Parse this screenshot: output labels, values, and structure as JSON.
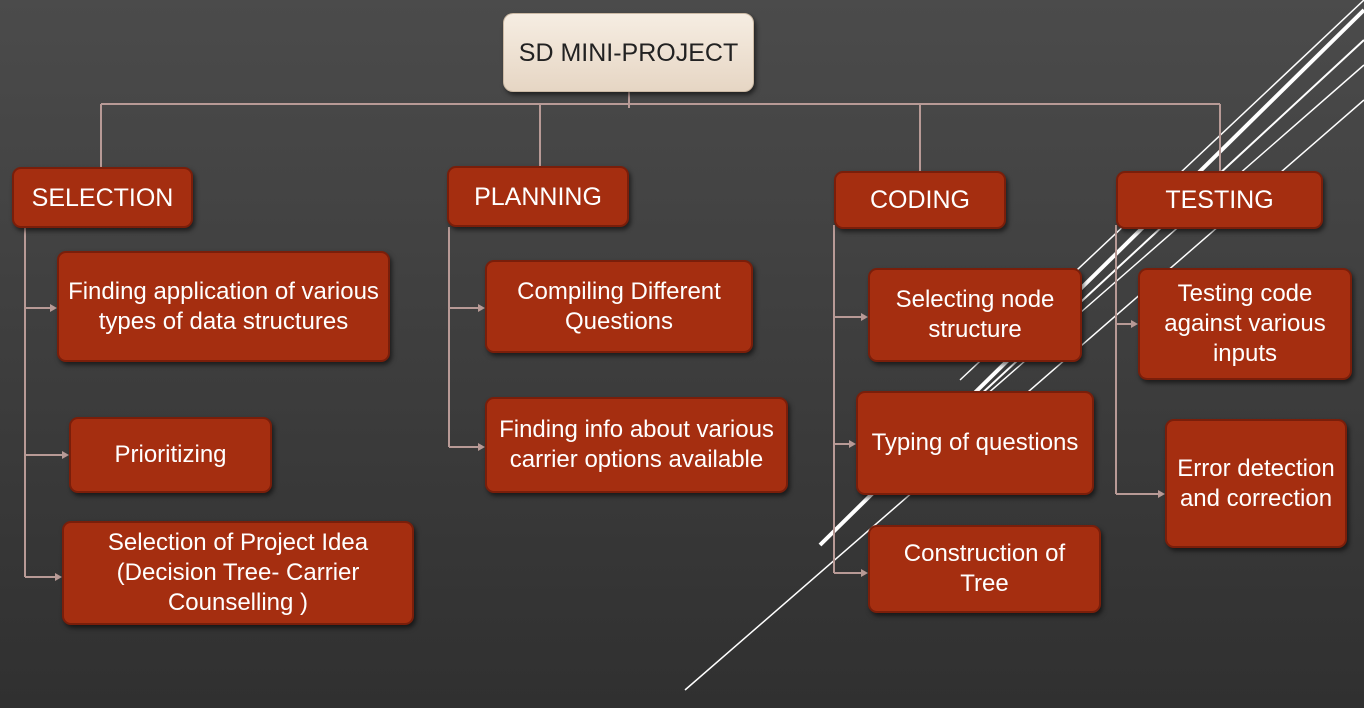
{
  "colors": {
    "box_fill": "#a52e10",
    "box_border": "#7a1e0a",
    "box_text": "#ffffff",
    "root_fill": "#efe3d5",
    "root_text": "#222222",
    "connector": "#b89a96",
    "background": "#404040"
  },
  "root": {
    "label": "SD MINI-PROJECT"
  },
  "branches": [
    {
      "label": "SELECTION",
      "children": [
        "Finding application of various types of data structures",
        "Prioritizing",
        "Selection of Project Idea (Decision Tree- Carrier Counselling )"
      ]
    },
    {
      "label": "PLANNING",
      "children": [
        "Compiling Different Questions",
        "Finding info about various carrier options available"
      ]
    },
    {
      "label": "CODING",
      "children": [
        "Selecting node structure",
        "Typing of questions",
        "Construction of Tree"
      ]
    },
    {
      "label": "TESTING",
      "children": [
        "Testing code against various inputs",
        "Error detection and correction"
      ]
    }
  ]
}
